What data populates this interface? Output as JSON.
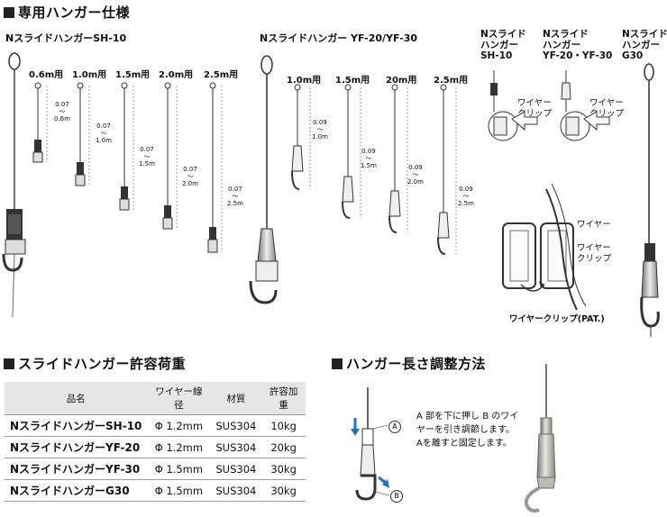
{
  "section1": {
    "title": "専用ハンガー仕様",
    "sh10": {
      "label": "NスライドハンガーSH-10",
      "lengths": [
        "0.6m用",
        "1.0m用",
        "1.5m用",
        "2.0m用",
        "2.5m用"
      ],
      "dims": [
        "0.07\n〜\n0.6m",
        "0.07\n〜\n1.0m",
        "0.07\n〜\n1.5m",
        "0.07\n〜\n2.0m",
        "0.07\n〜\n2.5m"
      ]
    },
    "yf": {
      "label": "Nスライドハンガー YF-20/YF-30",
      "lengths": [
        "1.0m用",
        "1.5m用",
        "20m用",
        "2.5m用"
      ],
      "dims": [
        "0.09\n〜\n1.0m",
        "0.09\n〜\n1.5m",
        "0.09\n〜\n2.0m",
        "0.09\n〜\n2.5m"
      ]
    },
    "detail": {
      "col1": "Nスライド\nハンガー\nSH-10",
      "col2": "Nスライド\nハンガー\nYF-20・YF-30",
      "col3": "Nスライド\nハンガー\nG30",
      "wire_clip": "ワイヤー\nクリップ",
      "wire": "ワイヤー",
      "clip_pat": "ワイヤークリップ(PAT.)"
    }
  },
  "section2": {
    "title": "スライドハンガー許容荷重",
    "headers": [
      "品名",
      "ワイヤー線径",
      "材質",
      "許容加重"
    ],
    "rows": [
      [
        "NスライドハンガーSH-10",
        "Φ 1.2mm",
        "SUS304",
        "10kg"
      ],
      [
        "NスライドハンガーYF-20",
        "Φ 1.2mm",
        "SUS304",
        "20kg"
      ],
      [
        "NスライドハンガーYF-30",
        "Φ 1.5mm",
        "SUS304",
        "30kg"
      ],
      [
        "NスライドハンガーG30",
        "Φ 1.5mm",
        "SUS304",
        "30kg"
      ]
    ]
  },
  "section3": {
    "title": "ハンガー長さ調整方法",
    "marker_a": "A",
    "marker_b": "B",
    "text": "A 部を下に押し B のワイ\nヤーを引き調節します。\nAを離すと固定します。"
  },
  "colors": {
    "arrow_blue": "#1e73c8",
    "table_header": "#e6e6e6",
    "wire": "#333333"
  }
}
